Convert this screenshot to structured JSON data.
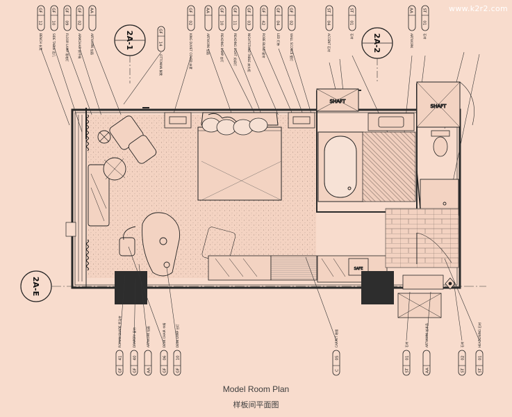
{
  "watermark": "www.k2r2.com",
  "caption": {
    "english": "Model Room Plan",
    "chinese": "样板间平面图"
  },
  "section_marks": {
    "left": "2A-1",
    "right": "2A-2",
    "elevation": "2A-E"
  },
  "top_tags": [
    {
      "code": "BENCH",
      "zh": "长凳",
      "ref": "GF",
      "num": "12"
    },
    {
      "code": "SIDE TABLE",
      "zh": "边几",
      "ref": "GF",
      "num": "10"
    },
    {
      "code": "FLOOR LAMP",
      "zh": "落地灯",
      "ref": "GF",
      "num": "09"
    },
    {
      "code": "ARMCHAIR",
      "zh": "扶手椅",
      "ref": "GF",
      "num": "02"
    },
    {
      "code": "ARTWORK",
      "zh": "挂画",
      "ref": "AA",
      "num": ""
    },
    {
      "code": "OTTOMAN",
      "zh": "脚凳",
      "ref": "GF",
      "num": "14"
    },
    {
      "code": "KING DUVET COVER",
      "zh": "床罩",
      "ref": "GF",
      "num": "02"
    },
    {
      "code": "ARTWORK",
      "zh": "挂画",
      "ref": "AA",
      "num": ""
    },
    {
      "code": "READING LAMP",
      "zh": "台灯",
      "ref": "GF",
      "num": "10"
    },
    {
      "code": "READING LIGHT",
      "zh": "阅读灯",
      "ref": "GF",
      "num": "11"
    },
    {
      "code": "NIGHTSTAND TABLE",
      "zh": "床头柜",
      "ref": "GF",
      "num": "03"
    },
    {
      "code": "ROBE BLIND",
      "zh": "窗帘",
      "ref": "GF",
      "num": "42"
    },
    {
      "code": "LED",
      "zh": "灯带",
      "ref": "GF",
      "num": "04"
    },
    {
      "code": "WALL SCONCE",
      "zh": "壁灯",
      "ref": "GF",
      "num": "02"
    },
    {
      "code": "ACCENT",
      "zh": "石材",
      "ref": "ST",
      "num": "04"
    },
    {
      "code": "",
      "zh": "石材",
      "ref": "ST",
      "num": "01"
    },
    {
      "code": "ARTWORK",
      "zh": "",
      "ref": "AA",
      "num": ""
    },
    {
      "code": "",
      "zh": "石材",
      "ref": "ST",
      "num": "01"
    }
  ],
  "bottom_tags": [
    {
      "code": "ROMAN SHADE",
      "zh": "罗马帘",
      "ref": "GF",
      "num": "41"
    },
    {
      "code": "DRAPERY",
      "zh": "窗帘",
      "ref": "GF",
      "num": "40"
    },
    {
      "code": "ARTWORK",
      "zh": "挂画",
      "ref": "AA",
      "num": ""
    },
    {
      "code": "DESK CHAIR",
      "zh": "书椅",
      "ref": "GF",
      "num": "06"
    },
    {
      "code": "DESK LAMP",
      "zh": "台灯",
      "ref": "GF",
      "num": "10"
    },
    {
      "code": "CARPET",
      "zh": "地毯",
      "ref": "C",
      "num": "05"
    },
    {
      "code": "",
      "zh": "石材",
      "ref": "ST",
      "num": "01"
    },
    {
      "code": "ARTWORK",
      "zh": "艺术品",
      "ref": "AA",
      "num": ""
    },
    {
      "code": "",
      "zh": "石材",
      "ref": "ST",
      "num": "02"
    },
    {
      "code": "HEADLINING",
      "zh": "石材",
      "ref": "ST",
      "num": "01"
    }
  ],
  "room_labels": {
    "shaft_1": "SHAFT",
    "shaft_2": "SHAFT",
    "safe": "SAFE"
  }
}
